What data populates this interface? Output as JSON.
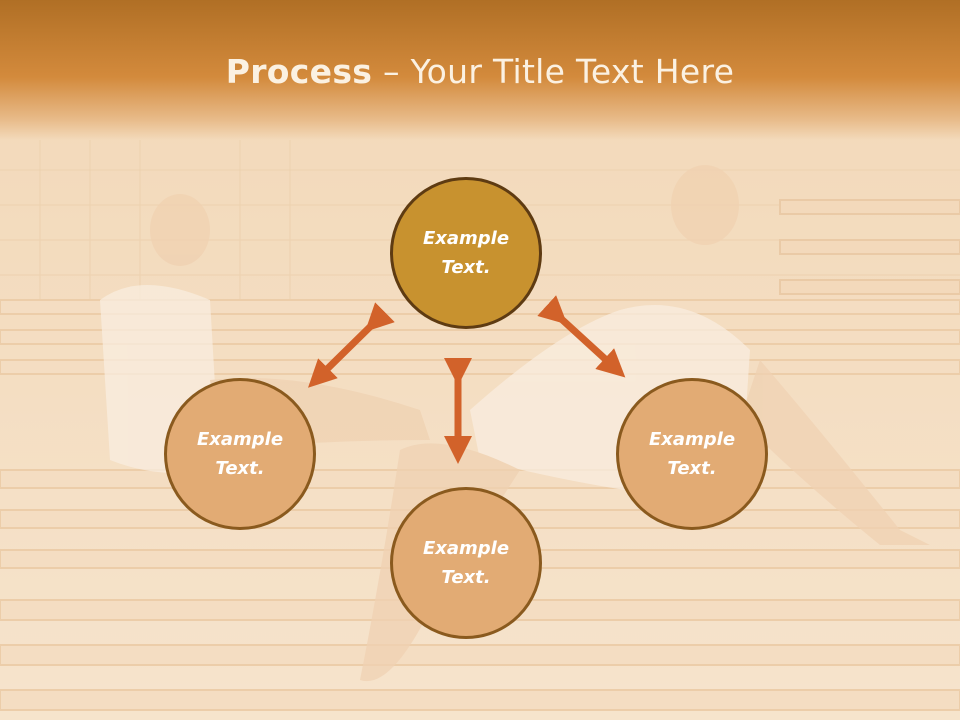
{
  "title": {
    "bold": "Process",
    "rest": " – Your Title Text Here"
  },
  "nodes": {
    "center": {
      "line1": "Example",
      "line2": "Text."
    },
    "left": {
      "line1": "Example",
      "line2": "Text."
    },
    "right": {
      "line1": "Example",
      "line2": "Text."
    },
    "bottom": {
      "line1": "Example",
      "line2": "Text."
    }
  },
  "colors": {
    "title_band": "#c9812f",
    "center_fill": "#c8922f",
    "outer_fill": "#e2ab74",
    "arrow": "#d2622a",
    "node_text": "#ffffff"
  },
  "background_image": "sauna-two-women-in-towels-photo"
}
